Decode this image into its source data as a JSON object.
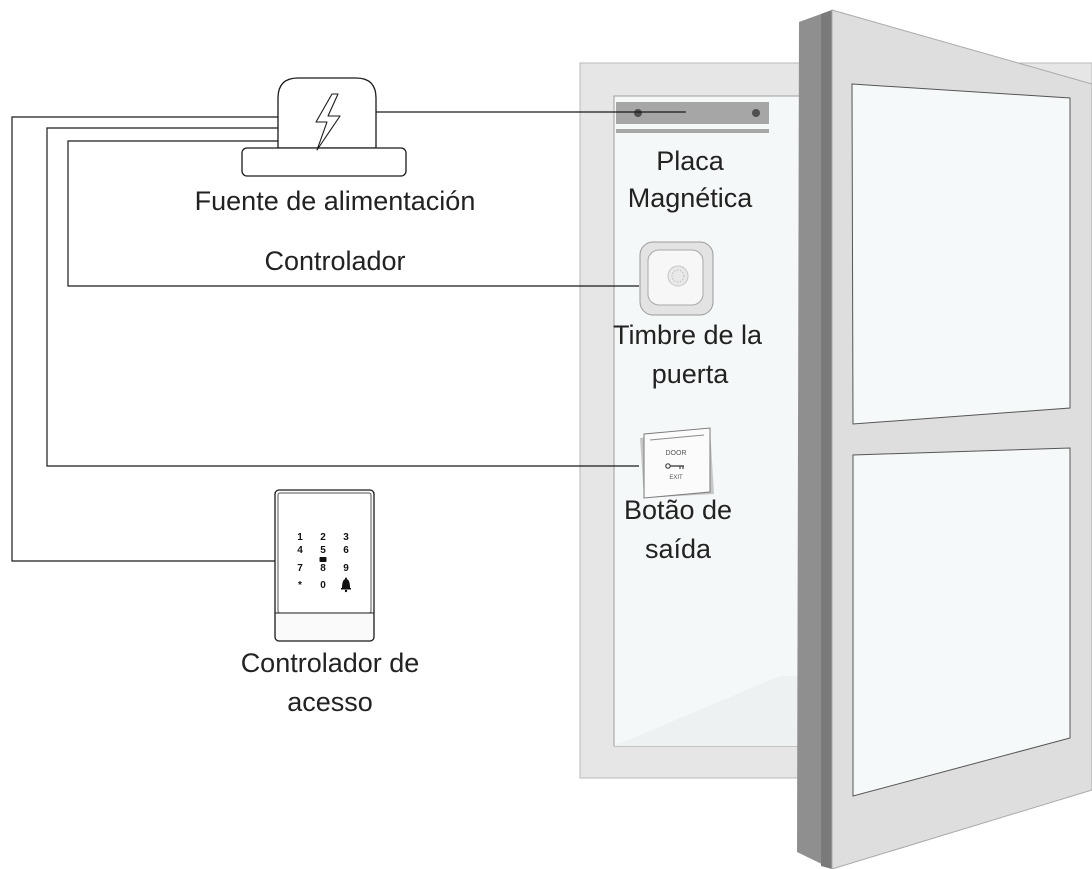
{
  "labels": {
    "power_supply": "Fuente de alimentación",
    "controller": "Controlador",
    "magnetic_plate_1": "Placa",
    "magnetic_plate_2": "Magnética",
    "doorbell_1": "Timbre de la",
    "doorbell_2": "puerta",
    "exit_button_1": "Botão de",
    "exit_button_2": "saída",
    "access_controller_1": "Controlador de",
    "access_controller_2": "acesso"
  },
  "exit_plate": {
    "line1": "DOOR",
    "line3": "EXIT"
  },
  "keypad": {
    "keys": [
      "1",
      "2",
      "3",
      "4",
      "5",
      "6",
      "7",
      "8",
      "9",
      "*",
      "0",
      "bell"
    ]
  },
  "icons": {
    "power": "lightning-bolt-icon",
    "bell": "bell-icon",
    "key": "key-icon",
    "lock": "lock-icon"
  },
  "colors": {
    "line": "#1a1a1a",
    "frame": "#e4e4e4",
    "door_edge": "#8c8c8c",
    "door_face": "#d9d9d9",
    "glass": "#f4f7f7",
    "magnet_bar": "#a3a3a3",
    "keypad_glass": "#1c1c1c"
  }
}
